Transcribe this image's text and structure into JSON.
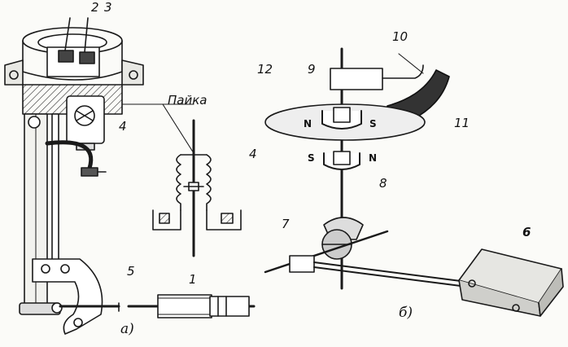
{
  "labels": {
    "l1": "1",
    "l2": "2",
    "l3": "3",
    "l4a": "4",
    "l4b": "4",
    "l5": "5",
    "l6": "6",
    "l7": "7",
    "l8": "8",
    "l9": "9",
    "l10": "10",
    "l11": "11",
    "l12": "12"
  },
  "solder": "Пайка",
  "poles": {
    "n_top": "N",
    "s_top": "S",
    "s_bot": "S",
    "n_bot": "N"
  },
  "captions": {
    "a": "а)",
    "b": "б)"
  }
}
